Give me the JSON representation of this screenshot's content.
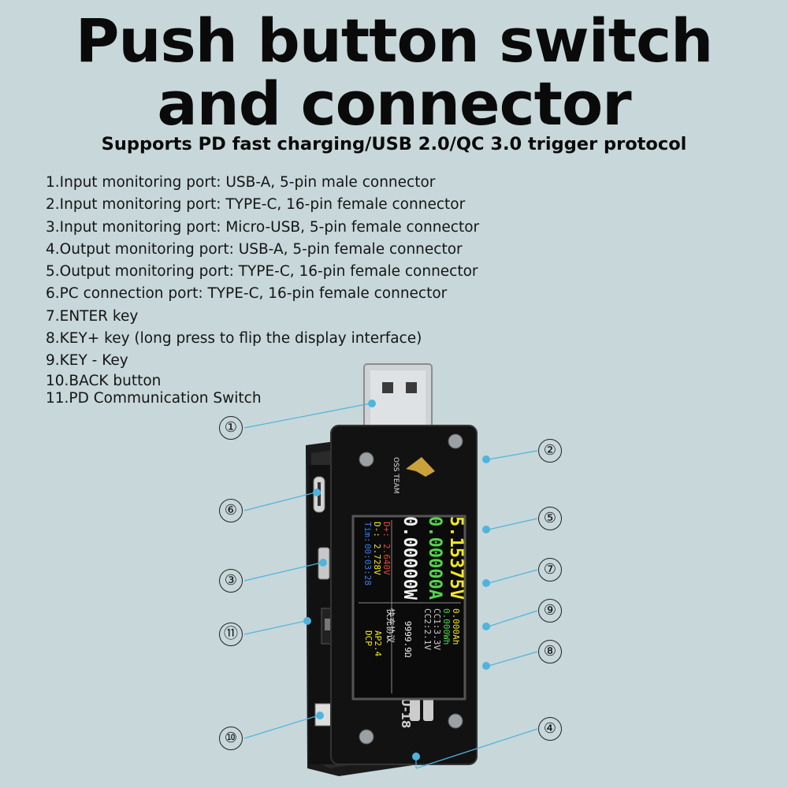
{
  "header": {
    "title_line1": "Push button switch",
    "title_line2": "and connector",
    "subtitle": "Supports PD fast charging/USB 2.0/QC 3.0 trigger protocol"
  },
  "features": [
    "1.Input monitoring port: USB-A, 5-pin male connector",
    "2.Input monitoring port: TYPE-C, 16-pin female connector",
    "3.Input monitoring port: Micro-USB, 5-pin female connector",
    "4.Output monitoring port: USB-A, 5-pin female connector",
    "5.Output monitoring port: TYPE-C, 16-pin female connector",
    "6.PC connection port: TYPE-C, 16-pin female connector",
    "7.ENTER key",
    "8.KEY+ key (long press to flip the display interface)",
    "9.KEY - Key",
    "10.BACK button",
    "11.PD Communication Switch"
  ],
  "callouts": {
    "c1": "①",
    "c2": "②",
    "c3": "③",
    "c4": "④",
    "c5": "⑤",
    "c6": "⑥",
    "c7": "⑦",
    "c8": "⑧",
    "c9": "⑨",
    "c10": "⑩",
    "c11": "⑪"
  },
  "device": {
    "brand": "OSS TEAM",
    "model": "U-18",
    "screen": {
      "voltage": "5.15375V",
      "current": "0.00000A",
      "power": "0.00000W",
      "capacity": "0.000Ah",
      "energy": "0.000Wh",
      "cc1": "CC1:3.3V",
      "cc2": "CC2:2.1V",
      "resistance": "9999.9Ω",
      "dplus_label": "D+:",
      "dplus_value": "2.640V",
      "dminus_label": "D-:",
      "dminus_value": "2.728V",
      "time_label": "Tim:",
      "time_value": "00:03:28",
      "protocol_title": "快充协议",
      "protocol_1": "AP2.4",
      "protocol_2": "DCP"
    }
  },
  "colors": {
    "background": "#c7d7da",
    "leader": "#4fb4dc",
    "yellow": "#f2e81e",
    "green": "#52d64a",
    "white": "#f2f2f2",
    "red": "#e8443a",
    "blue": "#3a7de8"
  }
}
